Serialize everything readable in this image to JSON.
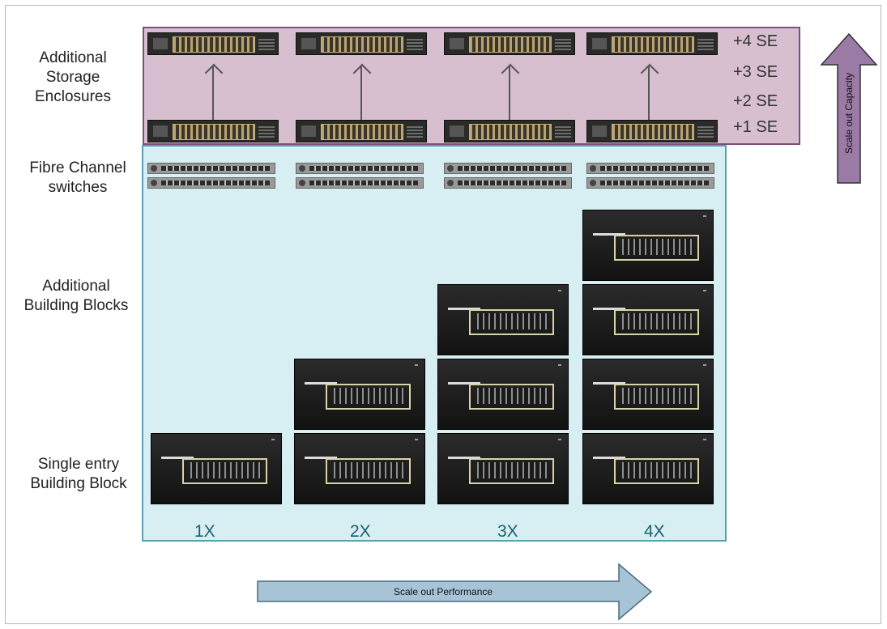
{
  "row_labels": {
    "storage": "Additional\nStorage\nEnclosures",
    "switches": "Fibre Channel\nswitches",
    "additional_blocks": "Additional\nBuilding Blocks",
    "single_entry": "Single entry\nBuilding Block"
  },
  "se_labels": [
    "+4 SE",
    "+3 SE",
    "+2 SE",
    "+1 SE"
  ],
  "scale_labels": [
    "1X",
    "2X",
    "3X",
    "4X"
  ],
  "arrows": {
    "capacity": "Scale out Capacity",
    "performance": "Scale out Performance"
  },
  "colors": {
    "storage_region": "#d7bfd0",
    "storage_border": "#7a4f7a",
    "block_region": "#d7eef2",
    "block_border": "#5b9fb5",
    "arrow_capacity": "#9b7aa6",
    "arrow_performance": "#a7c3d6"
  }
}
